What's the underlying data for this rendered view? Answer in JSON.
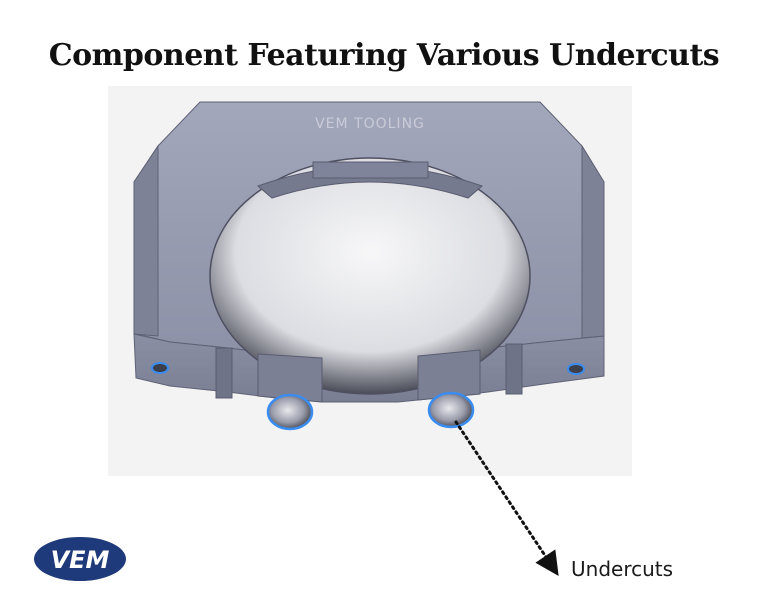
{
  "title": "Component Featuring Various Undercuts",
  "engraving": "VEM TOOLING",
  "callout": "Undercuts",
  "logo_text": "VEM",
  "colors": {
    "part": "#8f93a9",
    "part_dark": "#6f7388",
    "highlight": "#3a8cf0",
    "logo": "#1f3a7a"
  }
}
